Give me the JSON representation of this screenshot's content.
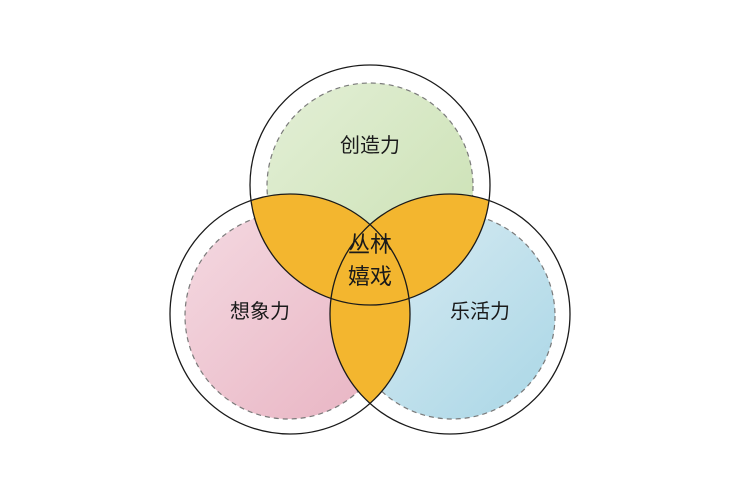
{
  "diagram": {
    "sets": [
      {
        "key": "top",
        "label": "创造力",
        "fill_from": "#e3efd6",
        "fill_to": "#c9e0b1"
      },
      {
        "key": "left",
        "label": "想象力",
        "fill_from": "#f4d9e1",
        "fill_to": "#e8b3c2"
      },
      {
        "key": "right",
        "label": "乐活力",
        "fill_from": "#dcedf3",
        "fill_to": "#a9d6e6"
      }
    ],
    "center": {
      "line1": "丛林",
      "line2": "嬉戏",
      "fill": "#f3b62f"
    },
    "colors": {
      "outline": "#1a1a1a",
      "dash": "#7a7a7a"
    }
  }
}
